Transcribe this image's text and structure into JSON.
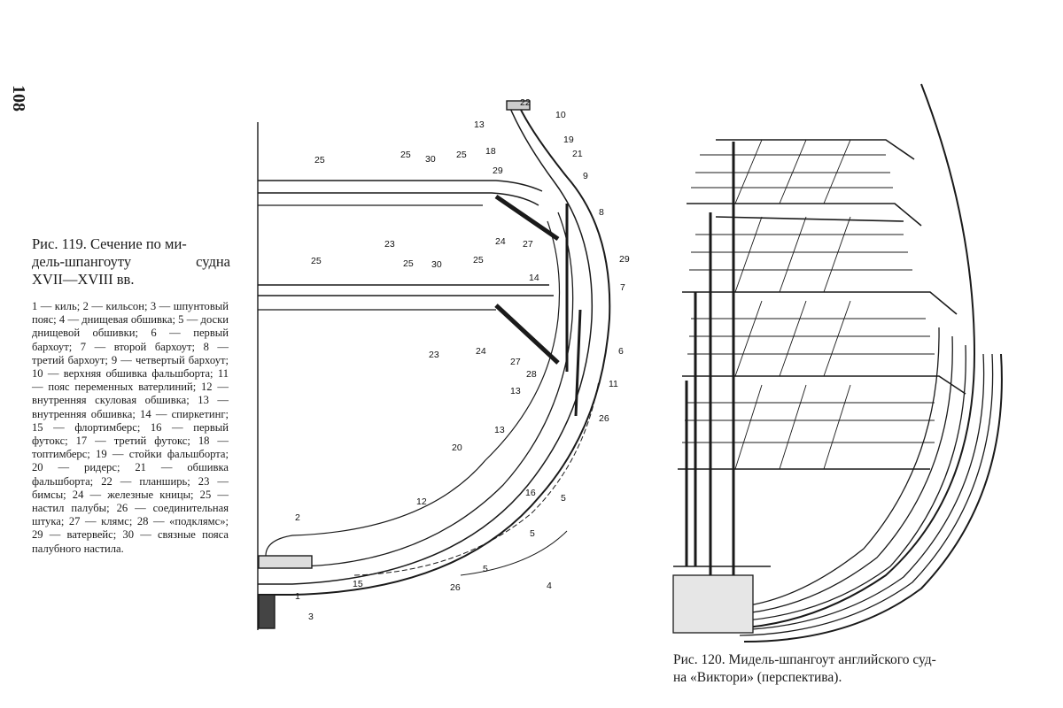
{
  "page": {
    "number": "108"
  },
  "figure119": {
    "caption_lines": [
      "Рис. 119. Сечение по ми-",
      "дель-шпангоуту судна",
      "XVII—XVIII вв."
    ],
    "legend": "1 — киль; 2 — кильсон; 3 — шпунтовый пояс; 4 — днищевая обшивка; 5 — доски днищевой обшивки; 6 — первый бархоут; 7 — второй бархоут; 8 — третий бархоут; 9 — четвертый бархоут; 10 — верхняя обшивка фальшборта; 11 — пояс переменных ватерлиний; 12 — внутренняя скуловая обшивка; 13 — внутренняя обшивка; 14 — спиркетинг; 15 — флортимберс; 16 — первый футокс; 17 — третий футокс; 18 — топтимберс; 19 — стойки фальшборта; 20 — ридерс; 21 — обшивка фальшборта; 22 — планширь; 23 — бимсы; 24 — железные кницы; 25 — настил палубы; 26 — соединительная штука; 27 — клямс; 28 — «подклямс»; 29 — ватервейс; 30 — связные пояса палубного настила.",
    "callouts": {
      "n1": "1",
      "n2": "2",
      "n3": "3",
      "n4": "4",
      "n5a": "5",
      "n5b": "5",
      "n5c": "5",
      "n6": "6",
      "n7": "7",
      "n8": "8",
      "n9": "9",
      "n10": "10",
      "n11": "11",
      "n12": "12",
      "n13a": "13",
      "n13b": "13",
      "n13c": "13",
      "n14": "14",
      "n15": "15",
      "n16": "16",
      "n18": "18",
      "n19": "19",
      "n20": "20",
      "n21": "21",
      "n22": "22",
      "n23a": "23",
      "n23b": "23",
      "n24a": "24",
      "n24b": "24",
      "n25a": "25",
      "n25b": "25",
      "n25c": "25",
      "n25d": "25",
      "n25e": "25",
      "n25f": "25",
      "n26a": "26",
      "n26b": "26",
      "n27a": "27",
      "n27b": "27",
      "n28": "28",
      "n29a": "29",
      "n29b": "29",
      "n30a": "30",
      "n30b": "30"
    }
  },
  "figure120": {
    "caption_lines": [
      "Рис. 120. Мидель-шпангоут английского суд-",
      "на «Виктори» (перспектива)."
    ]
  },
  "colors": {
    "ink": "#1a1a1a",
    "paper": "#ffffff"
  }
}
